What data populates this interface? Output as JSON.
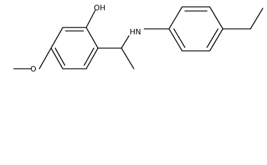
{
  "structure": {
    "atom_labels": {
      "hydroxyl": "OH",
      "amine": "HN",
      "methoxy_oxygen": "O"
    },
    "colors": {
      "bond": "#000000",
      "text": "#000000",
      "background": "#ffffff"
    }
  }
}
